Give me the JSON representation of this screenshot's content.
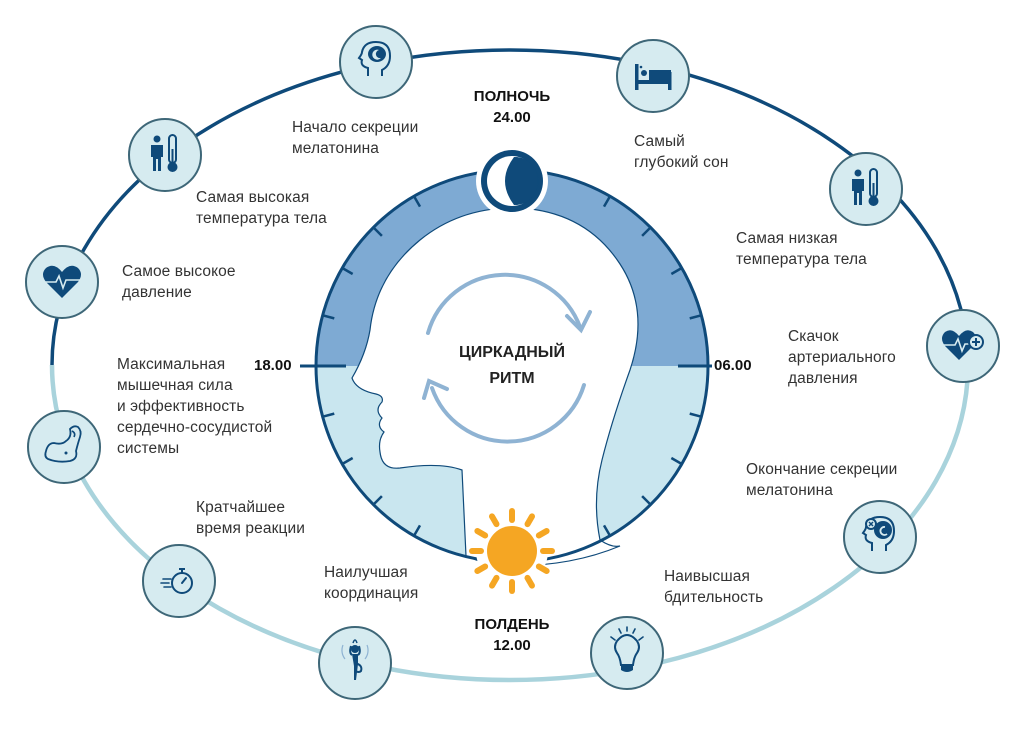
{
  "title": {
    "line1": "ЦИРКАДНЫЙ",
    "line2": "РИТМ"
  },
  "times": {
    "midnight": {
      "label": "ПОЛНОЧЬ",
      "time": "24.00"
    },
    "noon": {
      "label": "ПОЛДЕНЬ",
      "time": "12.00"
    },
    "evening": {
      "time": "18.00"
    },
    "morning": {
      "time": "06.00"
    }
  },
  "colors": {
    "navy": "#0f4a7a",
    "night_band": "#7eaad3",
    "day_band": "#c9e6ef",
    "icon_fill": "#d6ebf0",
    "day_ring": "#a9d3dc",
    "sun": "#f5a623",
    "arrow": "#8fb3d3"
  },
  "events": [
    {
      "id": "melatonin-start",
      "icon": "head-moon-icon",
      "lines": [
        "Начало секреции",
        "мелатонина"
      ]
    },
    {
      "id": "deep-sleep",
      "icon": "bed-icon",
      "lines": [
        "Самый",
        "глубокий сон"
      ]
    },
    {
      "id": "lowest-temp",
      "icon": "person-thermometer-icon",
      "lines": [
        "Самая низкая",
        "температура тела"
      ]
    },
    {
      "id": "bp-jump",
      "icon": "heart-plus-icon",
      "lines": [
        "Скачок",
        "артериального",
        "давления"
      ]
    },
    {
      "id": "melatonin-end",
      "icon": "head-sun-icon",
      "lines": [
        "Окончание секреции",
        "мелатонина"
      ]
    },
    {
      "id": "alertness",
      "icon": "lightbulb-icon",
      "lines": [
        "Наивысшая",
        "бдительность"
      ]
    },
    {
      "id": "coordination",
      "icon": "yoga-icon",
      "lines": [
        "Наилучшая",
        "координация"
      ]
    },
    {
      "id": "reaction",
      "icon": "stopwatch-icon",
      "lines": [
        "Кратчайшее",
        "время реакции"
      ]
    },
    {
      "id": "muscle",
      "icon": "muscle-icon",
      "lines": [
        "Максимальная",
        "мышечная сила",
        "и эффективность",
        "сердечно-сосудистой",
        "системы"
      ]
    },
    {
      "id": "highest-bp",
      "icon": "heart-pulse-icon",
      "lines": [
        "Самое высокое",
        "давление"
      ]
    },
    {
      "id": "highest-temp",
      "icon": "person-thermometer-icon",
      "lines": [
        "Самая высокая",
        "температура тела"
      ]
    }
  ]
}
